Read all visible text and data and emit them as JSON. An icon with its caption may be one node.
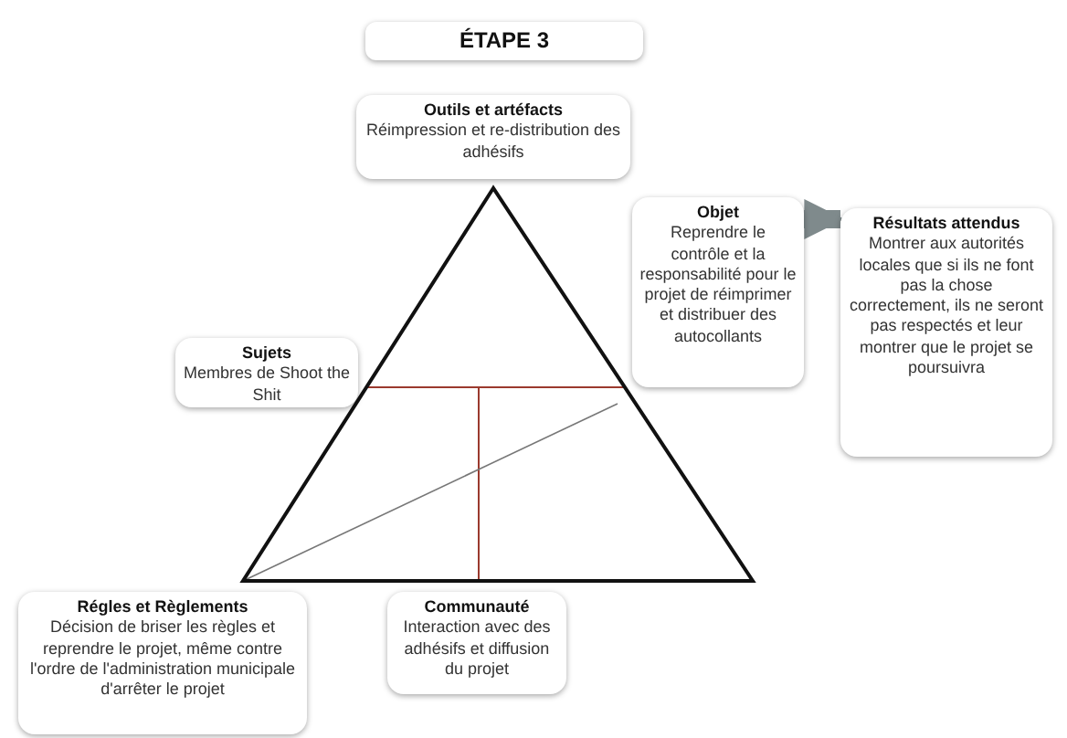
{
  "diagram": {
    "title": "ÉTAPE 3",
    "nodes": [
      {
        "text": [
          "Outils et artéfacts",
          "Réimpression et re-distribution des adhésifs"
        ]
      },
      {
        "text": [
          "Objet",
          "Reprendre le contrôle et la responsabilité pour le projet de réimprimer et distribuer des autocollants"
        ]
      },
      {
        "text": [
          "Résultats attendus",
          "Montrer aux autorités locales que si ils ne font pas la chose correctement, ils ne seront pas respectés et leur montrer que le projet se poursuivra"
        ]
      },
      {
        "text": [
          "Sujets",
          "Membres de Shoot the Shit"
        ]
      },
      {
        "text": [
          "Régles et Règlements",
          "Décision de briser les règles et reprendre le projet, même contre l'ordre de l'administration municipale d'arrêter le projet"
        ]
      },
      {
        "text": [
          "Communauté",
          "Interaction avec des adhésifs et diffusion du projet"
        ]
      }
    ],
    "edges": [
      {
        "from": 1,
        "to": 2,
        "arrow": "to"
      }
    ]
  }
}
